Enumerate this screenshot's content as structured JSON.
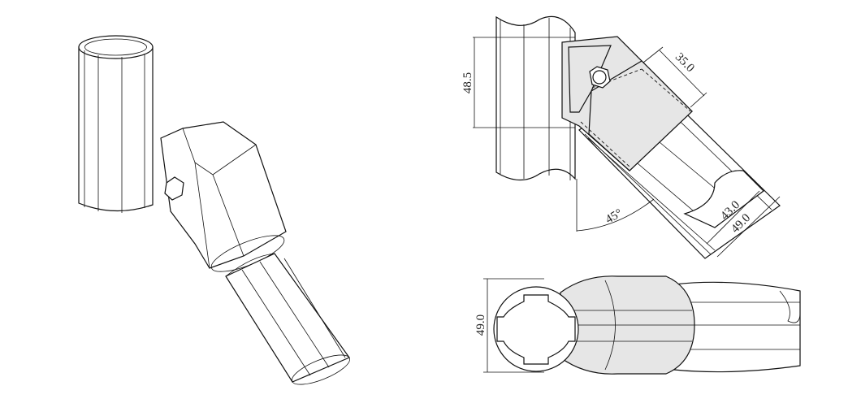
{
  "dimensions": {
    "tube_height": "48.5",
    "sleeve_length": "35.0",
    "angle": "45°",
    "inner_diameter": "43.0",
    "outer_diameter": "49.0",
    "end_view_diameter": "49.0"
  }
}
